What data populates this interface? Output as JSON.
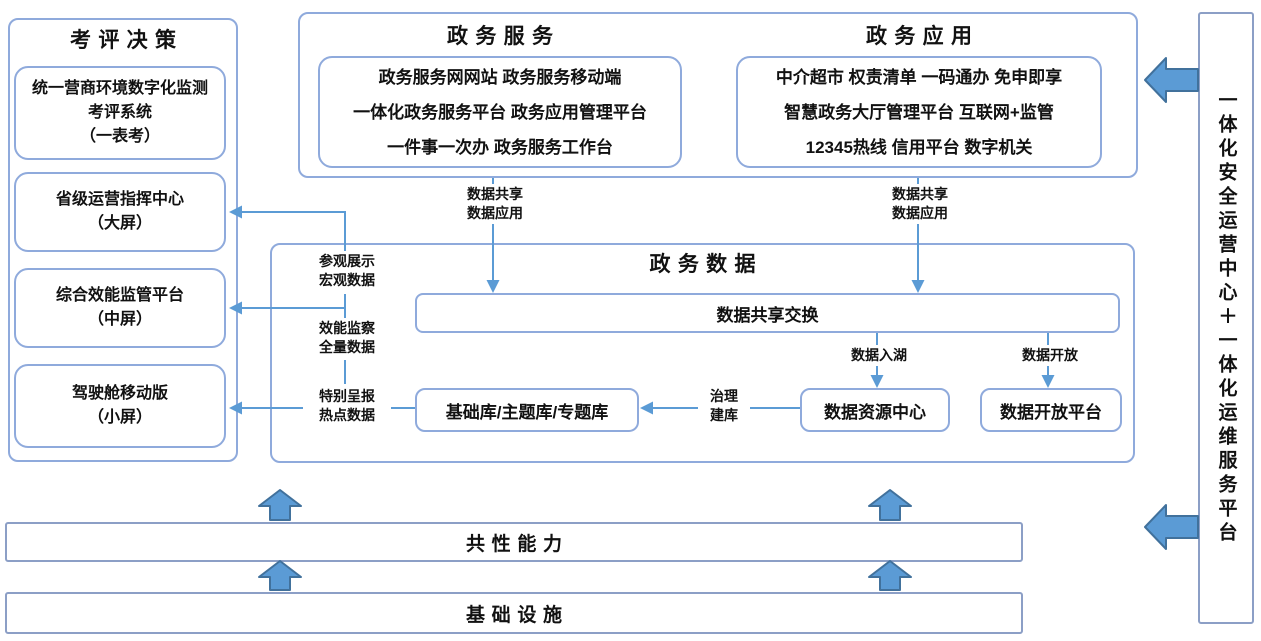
{
  "colors": {
    "box_border": "#8FAADC",
    "layer_border": "#8C9FC6",
    "connector_line": "#5B9BD5",
    "block_arrow_fill": "#5B9BD5",
    "block_arrow_border": "#41719C",
    "text": "#111111",
    "background": "#ffffff"
  },
  "evaluation": {
    "title": "考评决策",
    "items": [
      {
        "lines": [
          "统一营商环境数字化监测",
          "考评系统",
          "（一表考）"
        ]
      },
      {
        "lines": [
          "省级运营指挥中心",
          "（大屏）"
        ]
      },
      {
        "lines": [
          "综合效能监管平台",
          "（中屏）"
        ]
      },
      {
        "lines": [
          "驾驶舱移动版",
          "（小屏）"
        ]
      }
    ]
  },
  "services": {
    "title": "政务服务",
    "lines": [
      "政务服务网网站 政务服务移动端",
      "一体化政务服务平台 政务应用管理平台",
      "一件事一次办 政务服务工作台"
    ]
  },
  "applications": {
    "title": "政务应用",
    "lines": [
      "中介超市 权责清单 一码通办 免申即享",
      "智慧政务大厅管理平台 互联网+监管",
      "12345热线 信用平台 数字机关"
    ]
  },
  "data_section": {
    "title": "政务数据",
    "exchange_bar": "数据共享交换",
    "library_box": "基础库/主题库/专题库",
    "resource_center": "数据资源中心",
    "open_platform": "数据开放平台",
    "flow_labels": {
      "share_apply_left": [
        "数据共享",
        "数据应用"
      ],
      "share_apply_right": [
        "数据共享",
        "数据应用"
      ],
      "to_lake": "数据入湖",
      "open": "数据开放",
      "govern": [
        "治理",
        "建库"
      ],
      "display": [
        "参观展示",
        "宏观数据"
      ],
      "monitor": [
        "效能监察",
        "全量数据"
      ],
      "report": [
        "特别呈报",
        "热点数据"
      ]
    }
  },
  "layers": {
    "common": "共性能力",
    "infrastructure": "基础设施"
  },
  "right_rail": {
    "label": "一体化安全运营中心＋一体化运维服务平台"
  }
}
